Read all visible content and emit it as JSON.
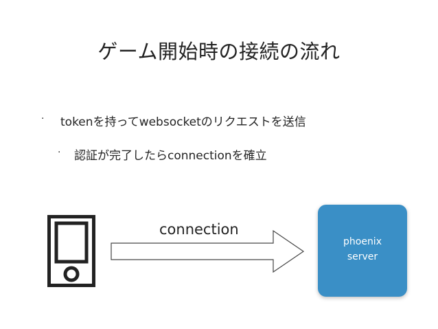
{
  "slide": {
    "title": "ゲーム開始時の接続の流れ",
    "bullets": [
      {
        "marker": "·",
        "text": "tokenを持ってwebsocketのリクエストを送信"
      },
      {
        "marker": "·",
        "text": "認証が完了したらconnectionを確立"
      }
    ]
  },
  "diagram": {
    "client_icon": "mobile-phone-icon",
    "arrow_label": "connection",
    "server": {
      "line1": "phoenix",
      "line2": "server",
      "color": "#3a8fc6"
    }
  }
}
